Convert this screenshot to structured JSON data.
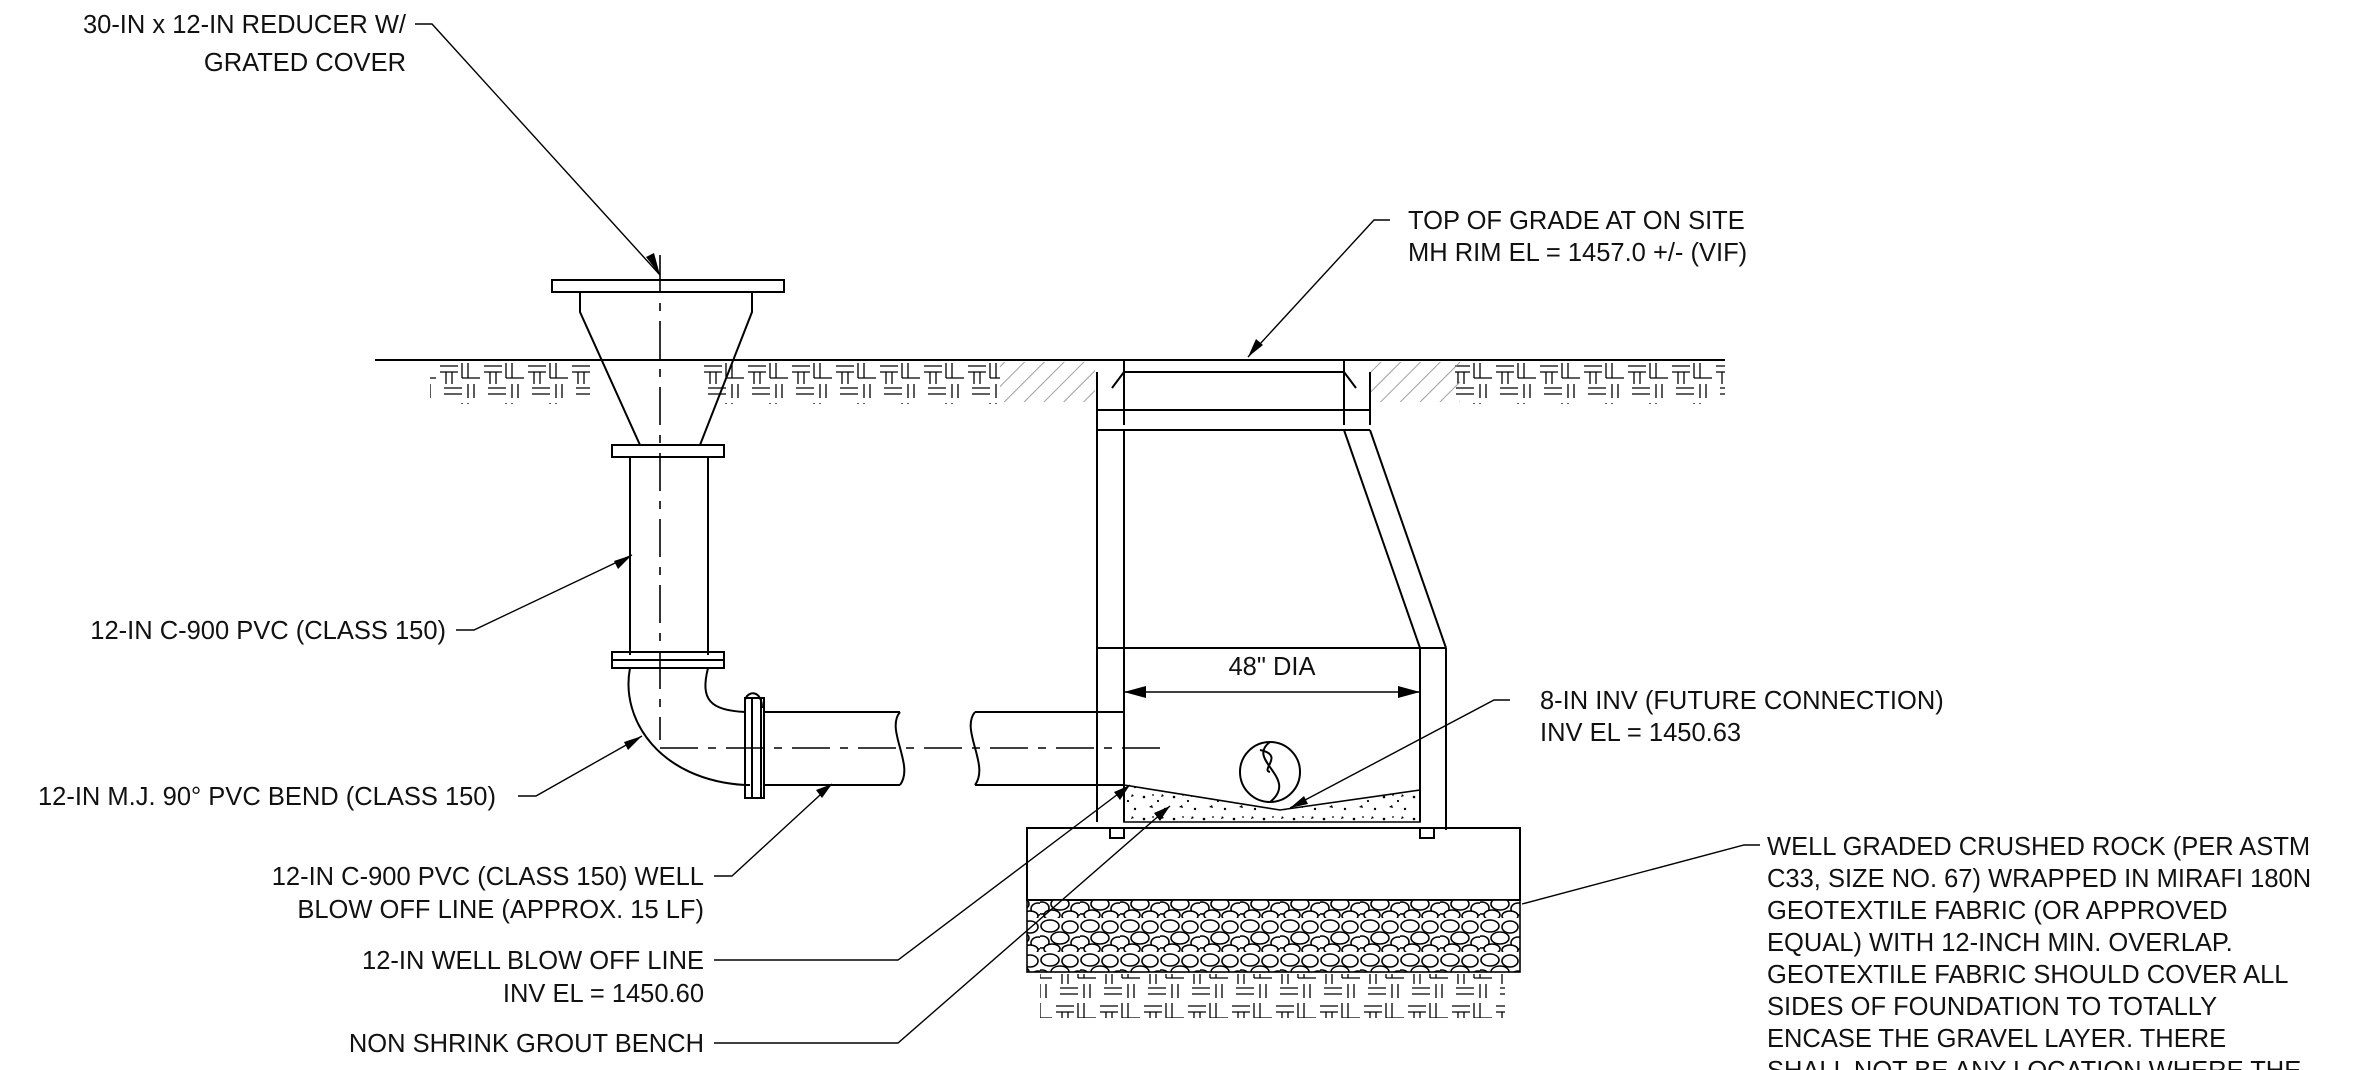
{
  "labels": {
    "reducer_1": "30-IN x 12-IN REDUCER W/",
    "reducer_2": "GRATED COVER",
    "grade_1": "TOP OF GRADE AT ON SITE",
    "grade_2": "MH RIM EL = 1457.0 +/- (VIF)",
    "pvc_pipe": "12-IN C-900 PVC (CLASS 150)",
    "bend": "12-IN M.J. 90° PVC BEND (CLASS 150)",
    "blowoff_pipe_1": "12-IN C-900 PVC (CLASS 150) WELL",
    "blowoff_pipe_2": "BLOW OFF LINE (APPROX. 15 LF)",
    "blowoff_line_1": "12-IN WELL BLOW OFF LINE",
    "blowoff_line_2": "INV EL = 1450.60",
    "grout": "NON SHRINK GROUT BENCH",
    "dia": "48\" DIA",
    "inv_1": "8-IN INV (FUTURE CONNECTION)",
    "inv_2": "INV EL = 1450.63",
    "rock_1": "WELL GRADED CRUSHED ROCK (PER ASTM",
    "rock_2": "C33, SIZE NO. 67) WRAPPED IN MIRAFI 180N",
    "rock_3": "GEOTEXTILE  FABRIC (OR APPROVED",
    "rock_4": "EQUAL) WITH 12-INCH MIN. OVERLAP.",
    "rock_5": "GEOTEXTILE FABRIC SHOULD COVER ALL",
    "rock_6": "SIDES OF FOUNDATION TO TOTALLY",
    "rock_7": "ENCASE THE GRAVEL LAYER. THERE",
    "rock_8": "SHALL NOT BE ANY LOCATION WHERE THE"
  }
}
